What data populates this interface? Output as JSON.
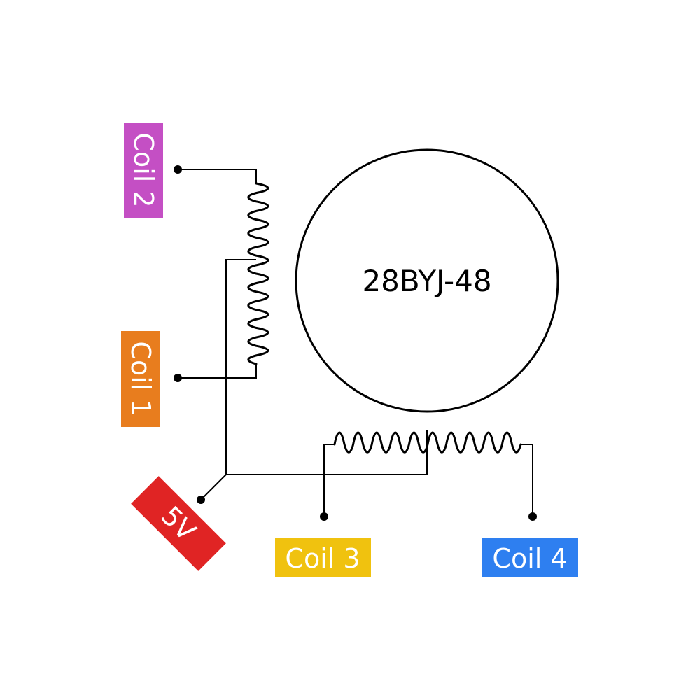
{
  "motor": {
    "label": "28BYJ-48"
  },
  "labels": {
    "coil2": {
      "text": "Coil 2",
      "color": "#c44fc4"
    },
    "coil1": {
      "text": "Coil 1",
      "color": "#e87d1e"
    },
    "coil3": {
      "text": "Coil 3",
      "color": "#f0c20f"
    },
    "coil4": {
      "text": "Coil 4",
      "color": "#2e7ff0"
    },
    "power": {
      "text": "5V",
      "color": "#e02424"
    }
  }
}
